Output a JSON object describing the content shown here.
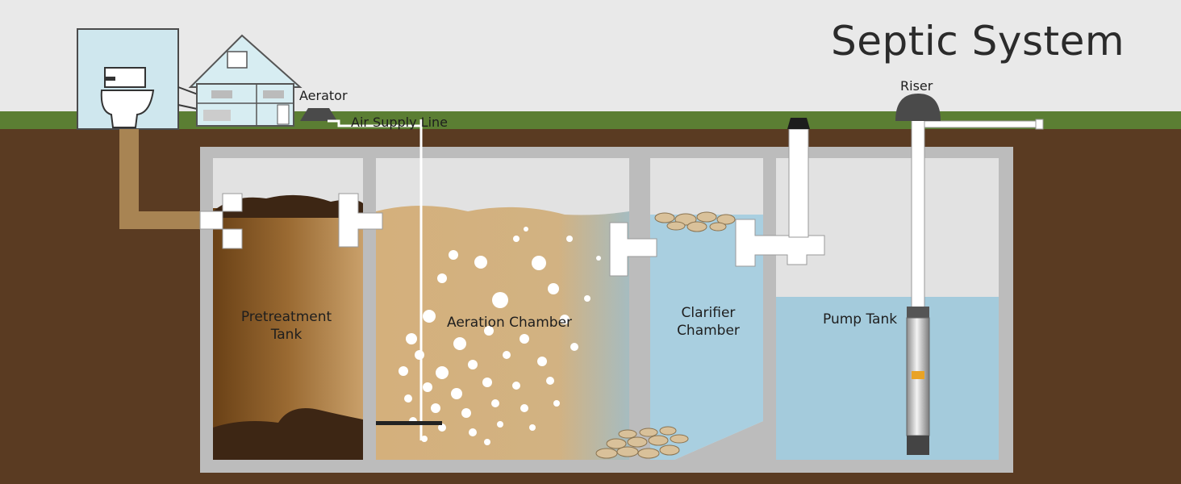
{
  "title": "Septic System",
  "labels": {
    "aerator": "Aerator",
    "air_supply_line": "Air Supply Line",
    "riser": "Riser",
    "pretreatment_line1": "Pretreatment",
    "pretreatment_line2": "Tank",
    "aeration_chamber": "Aeration Chamber",
    "clarifier_line1": "Clarifier",
    "clarifier_line2": "Chamber",
    "pump_tank": "Pump Tank"
  },
  "colors": {
    "sky": "#e9e9e9",
    "grass": "#5b7e33",
    "soil": "#5a3b22",
    "tank_wall": "#bcbcbc",
    "sludge": "#3d2614",
    "aeration_liquid": "#d3b07e",
    "clarifier_water": "#a9cfe0",
    "pump_water": "#a4cbdc"
  }
}
